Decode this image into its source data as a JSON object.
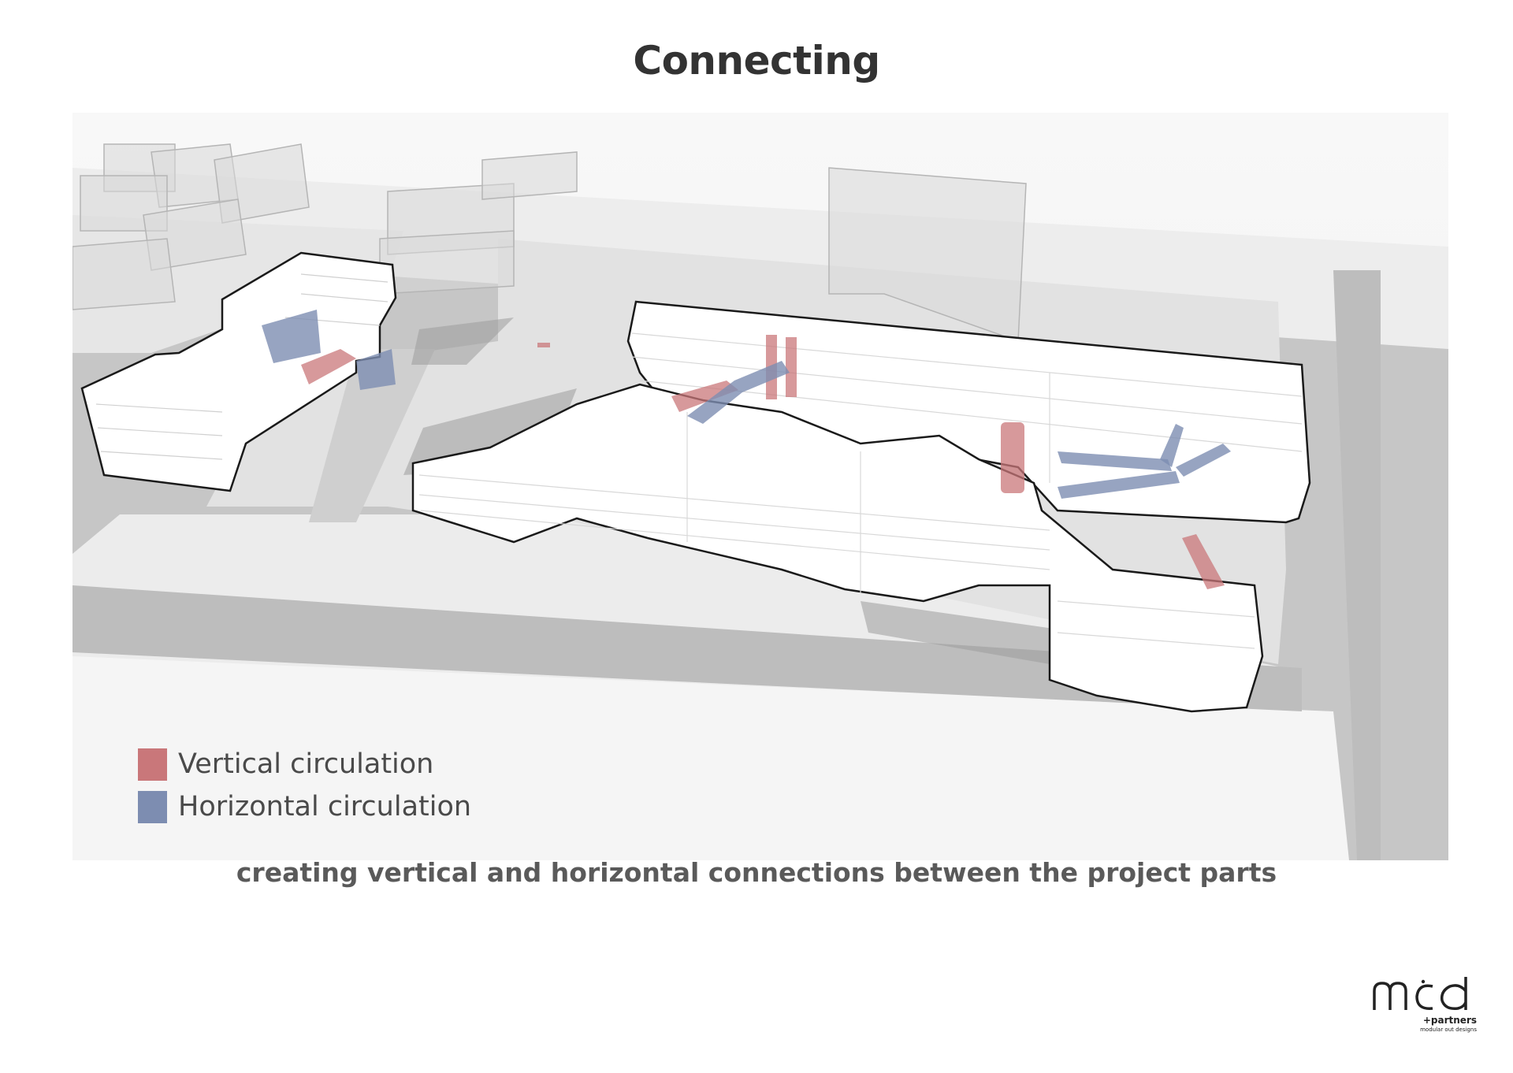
{
  "title": "Connecting",
  "caption": "creating vertical and horizontal connections between the project parts",
  "legend": {
    "items": [
      {
        "label": "Vertical circulation",
        "color": "#c9777a"
      },
      {
        "label": "Horizontal circulation",
        "color": "#7d8db1"
      }
    ]
  },
  "logo": {
    "mark": "mcd",
    "partners": "+partners",
    "tagline": "modular out designs"
  },
  "colors": {
    "background": "#f3f3f3",
    "road": "#c2c2c2",
    "plot": "#e4e4e4",
    "building": "#ffffff",
    "outline": "#1a1a1a",
    "vertical": "#c9777a",
    "horizontal": "#7d8db1"
  }
}
